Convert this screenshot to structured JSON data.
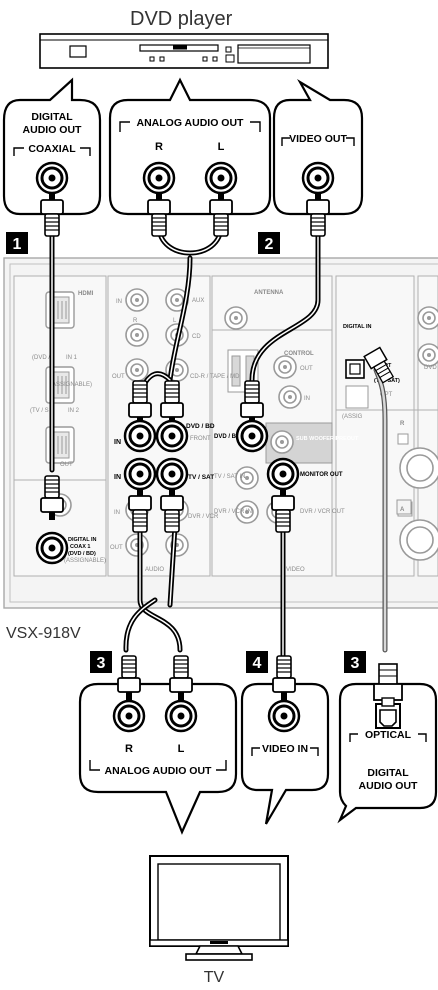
{
  "labels": {
    "dvd_player": "DVD player",
    "receiver": "VSX-918V",
    "tv": "TV"
  },
  "callouts": {
    "digital_audio_out_line1": "DIGITAL",
    "digital_audio_out_line2": "AUDIO OUT",
    "coaxial": "COAXIAL",
    "analog_audio_out": "ANALOG AUDIO OUT",
    "r": "R",
    "l": "L",
    "video_out": "VIDEO OUT",
    "tv_r": "R",
    "tv_l": "L",
    "tv_analog_audio_out": "ANALOG AUDIO OUT",
    "video_in": "VIDEO IN",
    "optical": "OPTICAL",
    "tv_digital_line1": "DIGITAL",
    "tv_digital_line2": "AUDIO OUT"
  },
  "steps": {
    "s1": "1",
    "s2": "2",
    "s3a": "3",
    "s3b": "3",
    "s4": "4"
  },
  "panel": {
    "hdmi": "HDMI",
    "dvd_in": "(DVD /",
    "in1": "IN 1",
    "assignable": "(ASSIGNABLE)",
    "tvs": "(TV / S",
    "in2": "IN 2",
    "out": "OUT",
    "in_a": "IN",
    "r_a": "R",
    "l_a": "L",
    "aux": "AUX",
    "cd": "CD",
    "out_b": "OUT",
    "cdr_tape": "CD-R / TAPE / MD",
    "in_b": "IN",
    "dvd_bd": "DVD / BD",
    "front": "FRONT",
    "in_c": "IN",
    "tv_sat": "TV / SAT",
    "in_d": "IN",
    "out_c": "OUT",
    "dvr_vcr": "DVR / VCR",
    "audio": "AUDIO",
    "digital_in_coax": "DIGITAL IN",
    "coax1": "COAX 1",
    "dvd_bd_coax": "(DVD / BD)",
    "assignable_coax": "(ASSIGNABLE)",
    "antenna": "ANTENNA",
    "control": "CONTROL",
    "ctrl_out": "OUT",
    "ctrl_in": "IN",
    "dvd_bd_in": "DVD / BD IN",
    "sub_woofer": "SUB WOOFER PREOUT",
    "tv_sat_in": "TV / SAT IN",
    "monitor_out": "MONITOR OUT",
    "dvr_vcr_in": "DVR / VCR IN",
    "dvr_vcr_out": "DVR / VCR OUT",
    "video": "VIDEO",
    "digital_in_opt": "DIGITAL IN",
    "opt": "OPT",
    "opt_tv_sat": "(TV / SAT)",
    "opt2": "OPT",
    "assign_opt": "(ASSIG",
    "dvd_right": "DVD",
    "r_right": "R",
    "a_right": "A"
  }
}
